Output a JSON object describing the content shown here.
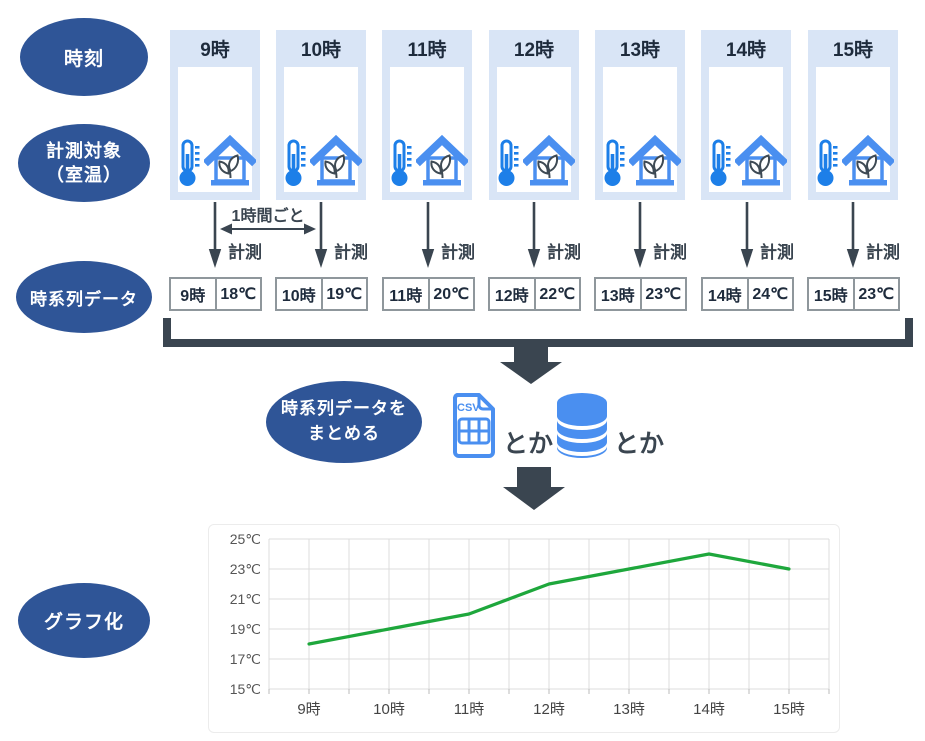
{
  "rows": {
    "time_label": "時刻",
    "target_line1": "計測対象",
    "target_line2": "（室温）",
    "series_label": "時系列データ",
    "graph_label": "グラフ化"
  },
  "annotations": {
    "interval": "1時間ごと",
    "measure": "計測",
    "collect_line1": "時系列データを",
    "collect_line2": "まとめる",
    "toka1": "とか",
    "toka2": "とか",
    "csv_icon_label": "CSV"
  },
  "columns": [
    {
      "time": "9時",
      "temp": "18℃"
    },
    {
      "time": "10時",
      "temp": "19℃"
    },
    {
      "time": "11時",
      "temp": "20℃"
    },
    {
      "time": "12時",
      "temp": "22℃"
    },
    {
      "time": "13時",
      "temp": "23℃"
    },
    {
      "time": "14時",
      "temp": "24℃"
    },
    {
      "time": "15時",
      "temp": "23℃"
    }
  ],
  "colors": {
    "ellipse_blue": "#2f5597",
    "panel_blue": "#d9e5f6",
    "icon_blue": "#4a8ff0",
    "thermo_blue": "#1d7fe8",
    "plant_dark": "#3e4a54",
    "dark": "#3a4550",
    "box_border": "#8f979c",
    "line_green": "#1ea73c",
    "grid": "#dcdcdc",
    "ylabel_color": "#555555",
    "xlabel_color": "#444444"
  },
  "chart_data": {
    "type": "line",
    "title": "",
    "categories": [
      "9時",
      "10時",
      "11時",
      "12時",
      "13時",
      "14時",
      "15時"
    ],
    "values": [
      18,
      19,
      20,
      22,
      23,
      24,
      23
    ],
    "ylabels": [
      "25℃",
      "23℃",
      "21℃",
      "19℃",
      "17℃",
      "15℃"
    ],
    "ylim": [
      15,
      25
    ],
    "ytick_step": 2,
    "xlabel": "",
    "ylabel": "",
    "grid": true,
    "legend": false
  }
}
